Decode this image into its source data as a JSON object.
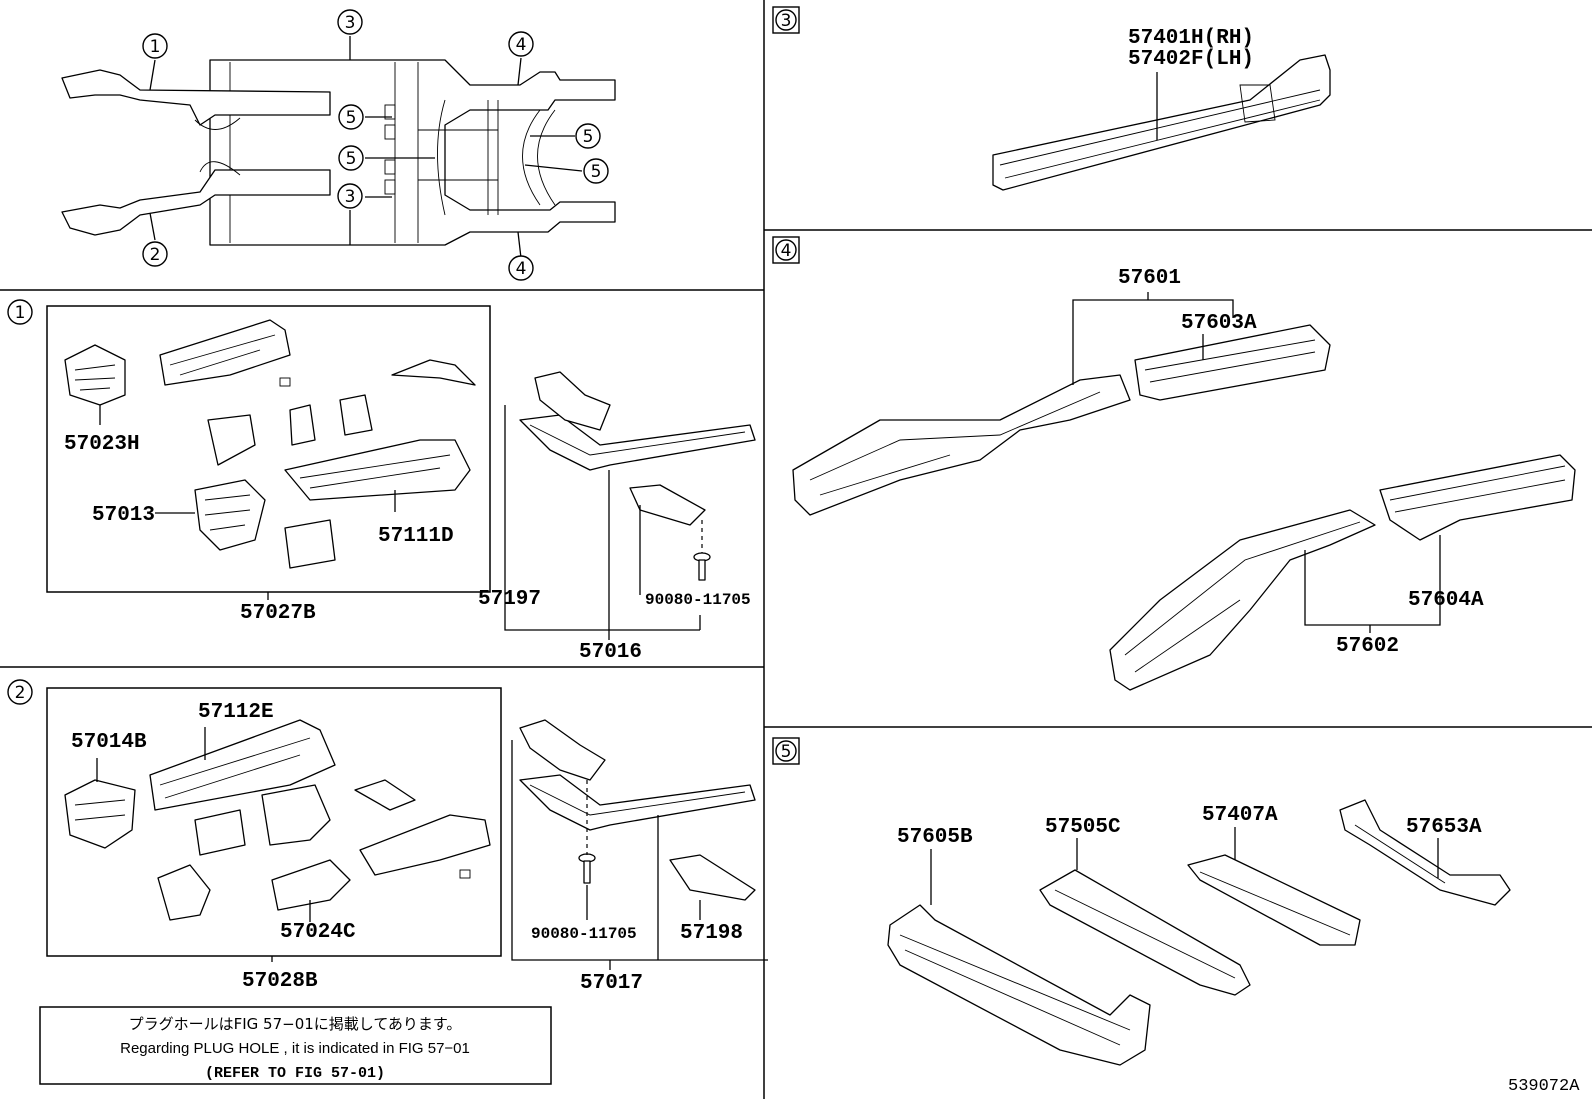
{
  "overview": {
    "callouts": [
      "1",
      "2",
      "3",
      "3",
      "4",
      "4",
      "5",
      "5",
      "5",
      "5"
    ]
  },
  "section1": {
    "number": "1",
    "labels": {
      "p57023H": "57023H",
      "p57013": "57013",
      "p57111D": "57111D",
      "p57027B": "57027B",
      "p57197": "57197",
      "p90080_1": "90080-11705",
      "p57016": "57016"
    }
  },
  "section2": {
    "number": "2",
    "labels": {
      "p57014B": "57014B",
      "p57112E": "57112E",
      "p57024C": "57024C",
      "p57028B": "57028B",
      "p90080_2": "90080-11705",
      "p57198": "57198",
      "p57017": "57017"
    },
    "note": {
      "jp": "プラグホールはFIG 57−01に掲載してあります。",
      "en": "Regarding PLUG HOLE , it is indicated in FIG 57−01",
      "ref": "(REFER TO FIG 57-01)"
    }
  },
  "section3": {
    "number": "3",
    "labels": {
      "rh": "57401H(RH)",
      "lh": "57402F(LH)"
    }
  },
  "section4": {
    "number": "4",
    "labels": {
      "p57601": "57601",
      "p57603A": "57603A",
      "p57604A": "57604A",
      "p57602": "57602"
    }
  },
  "section5": {
    "number": "5",
    "labels": {
      "p57605B": "57605B",
      "p57505C": "57505C",
      "p57407A": "57407A",
      "p57653A": "57653A"
    }
  },
  "figure_code": "539072A"
}
